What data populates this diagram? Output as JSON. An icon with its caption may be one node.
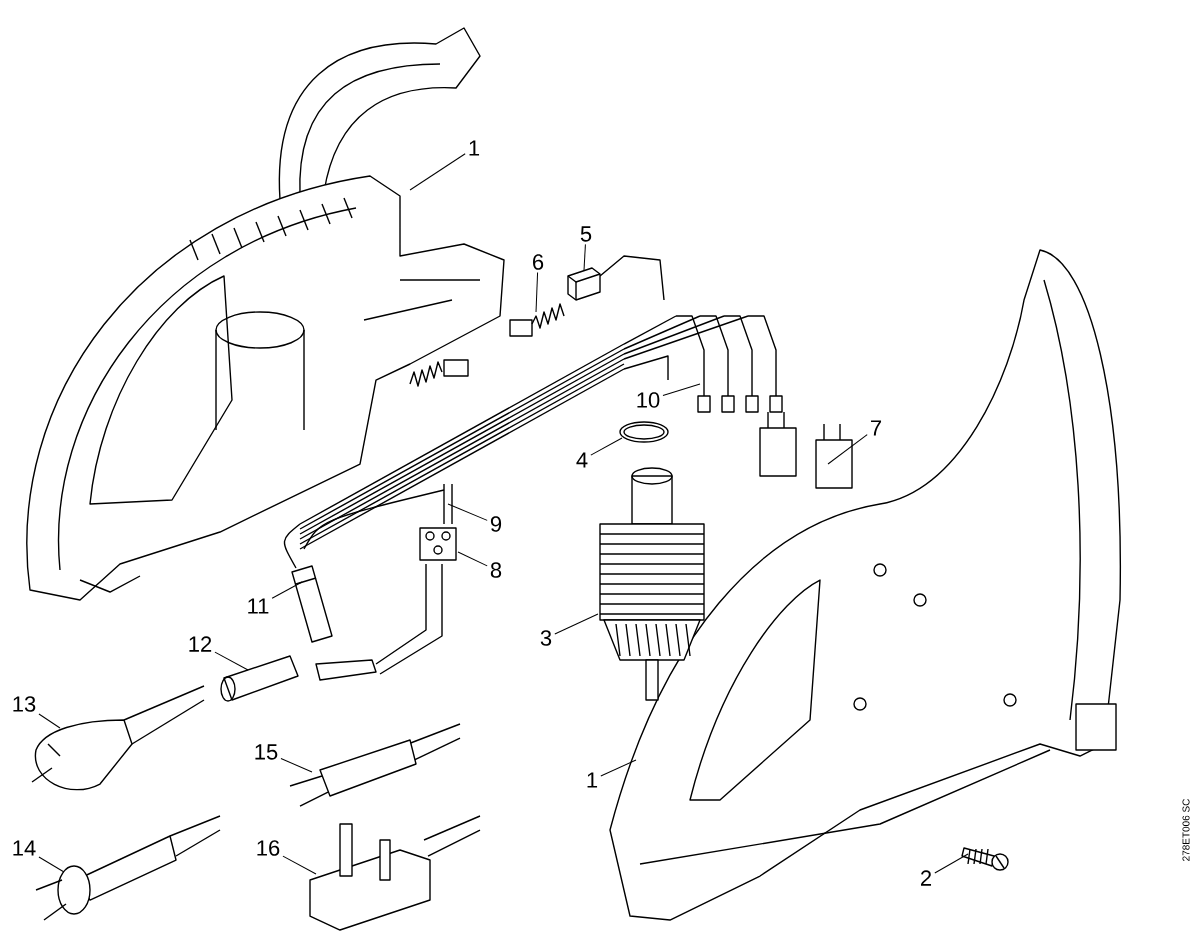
{
  "diagram": {
    "nodes": [
      {
        "text": [
          "1"
        ]
      },
      {
        "text": [
          "6"
        ]
      },
      {
        "text": [
          "5"
        ]
      },
      {
        "text": [
          "10"
        ]
      },
      {
        "text": [
          "4"
        ]
      },
      {
        "text": [
          "7"
        ]
      },
      {
        "text": [
          "11"
        ]
      },
      {
        "text": [
          "9"
        ]
      },
      {
        "text": [
          "8"
        ]
      },
      {
        "text": [
          "12"
        ]
      },
      {
        "text": [
          "3"
        ]
      },
      {
        "text": [
          "1"
        ]
      },
      {
        "text": [
          "13"
        ]
      },
      {
        "text": [
          "15"
        ]
      },
      {
        "text": [
          "2"
        ]
      },
      {
        "text": [
          "14"
        ]
      },
      {
        "text": [
          "16"
        ]
      },
      {
        "text": [],
        "shape": "picture"
      },
      {
        "text": [],
        "shape": "picture"
      },
      {
        "text": [],
        "shape": "picture"
      },
      {
        "text": [],
        "shape": "picture"
      },
      {
        "text": [],
        "shape": "picture"
      },
      {
        "text": [],
        "shape": "picture"
      },
      {
        "text": [],
        "shape": "picture"
      },
      {
        "text": [],
        "shape": "picture"
      },
      {
        "text": [],
        "shape": "picture"
      },
      {
        "text": [],
        "shape": "picture"
      },
      {
        "text": [],
        "shape": "picture"
      },
      {
        "text": [],
        "shape": "picture"
      },
      {
        "text": [],
        "shape": "picture"
      },
      {
        "text": [],
        "shape": "picture"
      },
      {
        "text": [],
        "shape": "picture"
      },
      {
        "text": [],
        "shape": "picture"
      },
      {
        "text": [],
        "shape": "picture"
      }
    ],
    "edges": [
      {
        "from": 0,
        "to": 17,
        "arrow": "none"
      },
      {
        "from": 1,
        "to": 18,
        "arrow": "none"
      },
      {
        "from": 2,
        "to": 19,
        "arrow": "none"
      },
      {
        "from": 3,
        "to": 20,
        "arrow": "none"
      },
      {
        "from": 4,
        "to": 21,
        "arrow": "none"
      },
      {
        "from": 5,
        "to": 22,
        "arrow": "none"
      },
      {
        "from": 6,
        "to": 23,
        "arrow": "none"
      },
      {
        "from": 7,
        "to": 24,
        "arrow": "none"
      },
      {
        "from": 8,
        "to": 25,
        "arrow": "none"
      },
      {
        "from": 9,
        "to": 26,
        "arrow": "none"
      },
      {
        "from": 10,
        "to": 27,
        "arrow": "none"
      },
      {
        "from": 11,
        "to": 28,
        "arrow": "none"
      },
      {
        "from": 12,
        "to": 29,
        "arrow": "none"
      },
      {
        "from": 13,
        "to": 30,
        "arrow": "none"
      },
      {
        "from": 14,
        "to": 31,
        "arrow": "none"
      },
      {
        "from": 15,
        "to": 32,
        "arrow": "none"
      },
      {
        "from": 16,
        "to": 33,
        "arrow": "none"
      }
    ],
    "labels": [
      "278ET006 SC"
    ]
  }
}
